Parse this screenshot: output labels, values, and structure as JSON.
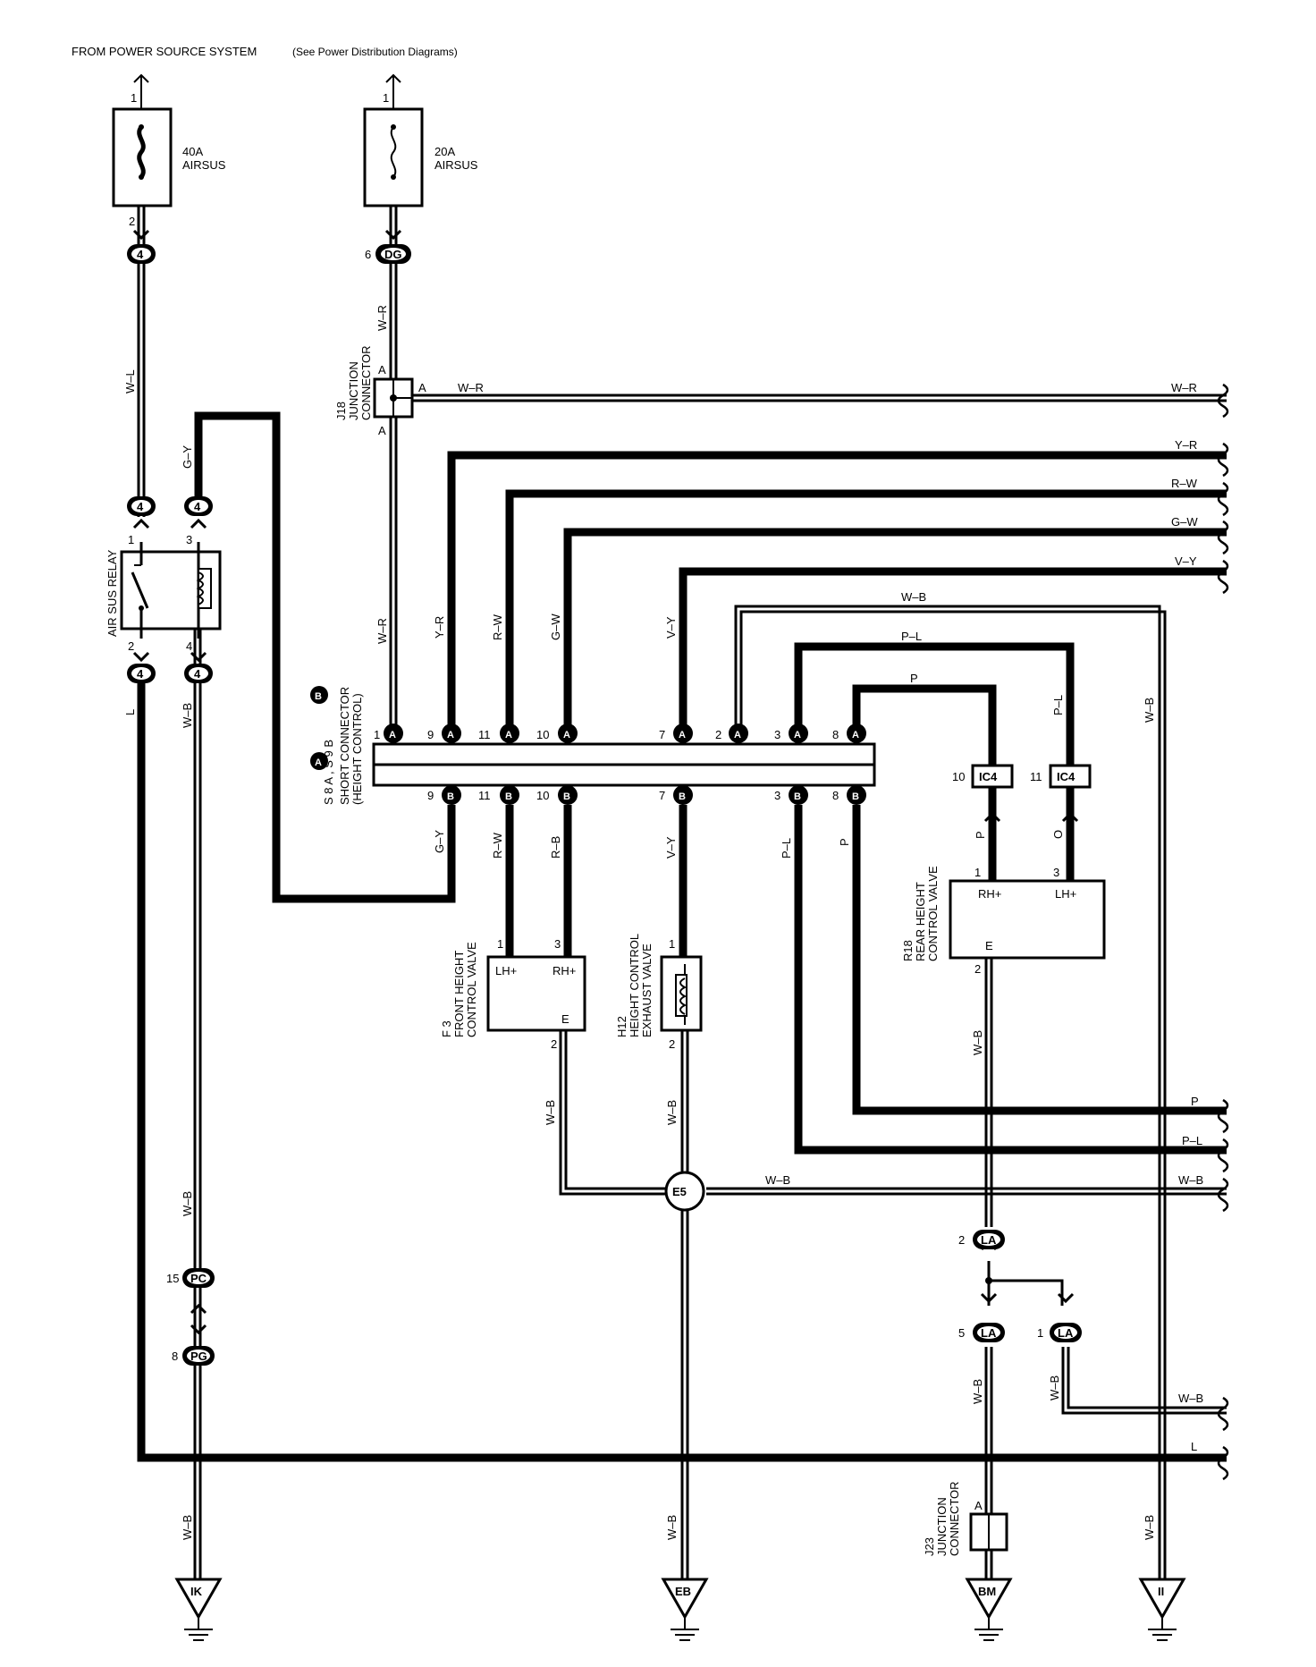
{
  "header": {
    "title": "FROM POWER SOURCE SYSTEM",
    "note": "(See Power Distribution Diagrams)"
  },
  "fuses": [
    {
      "amp": "40A",
      "name": "AIRSUS"
    },
    {
      "amp": "20A",
      "name": "AIRSUS"
    }
  ],
  "components": {
    "j18": {
      "id": "J18",
      "name1": "JUNCTION",
      "name2": "CONNECTOR"
    },
    "relay": {
      "name": "AIR SUS RELAY"
    },
    "short_conn": {
      "parts": "S 8 A , S 9 B",
      "name1": "SHORT CONNECTOR",
      "name2": "(HEIGHT CONTROL)"
    },
    "f3": {
      "id": "F 3",
      "name1": "FRONT HEIGHT",
      "name2": "CONTROL VALVE",
      "lh": "LH+",
      "rh": "RH+",
      "e": "E"
    },
    "h12": {
      "id": "H12",
      "name1": "HEIGHT CONTROL",
      "name2": "EXHAUST VALVE"
    },
    "r18": {
      "id": "R18",
      "name1": "REAR HEIGHT",
      "name2": "CONTROL VALVE",
      "rh": "RH+",
      "lh": "LH+",
      "e": "E"
    },
    "j23": {
      "id": "J23",
      "name1": "JUNCTION",
      "name2": "CONNECTOR"
    },
    "e5": "E5"
  },
  "connectors": {
    "c4": "4",
    "dg": "DG",
    "a": "A",
    "b": "B",
    "ic4": "IC4",
    "la": "LA",
    "pc": "PC",
    "pg": "PG"
  },
  "grounds": [
    "IK",
    "EB",
    "BM",
    "II"
  ],
  "wires": {
    "wl": "W–L",
    "wr": "W–R",
    "gy": "G–Y",
    "yr": "Y–R",
    "rw": "R–W",
    "gw": "G–W",
    "vy": "V–Y",
    "wb": "W–B",
    "pl": "P–L",
    "p": "P",
    "rb": "R–B",
    "o": "O",
    "l": "L"
  },
  "pins": {
    "p1": "1",
    "p2": "2",
    "p3": "3",
    "p4": "4",
    "p5": "5",
    "p6": "6",
    "p7": "7",
    "p8": "8",
    "p9": "9",
    "p10": "10",
    "p11": "11",
    "p15": "15",
    "pa": "A"
  }
}
